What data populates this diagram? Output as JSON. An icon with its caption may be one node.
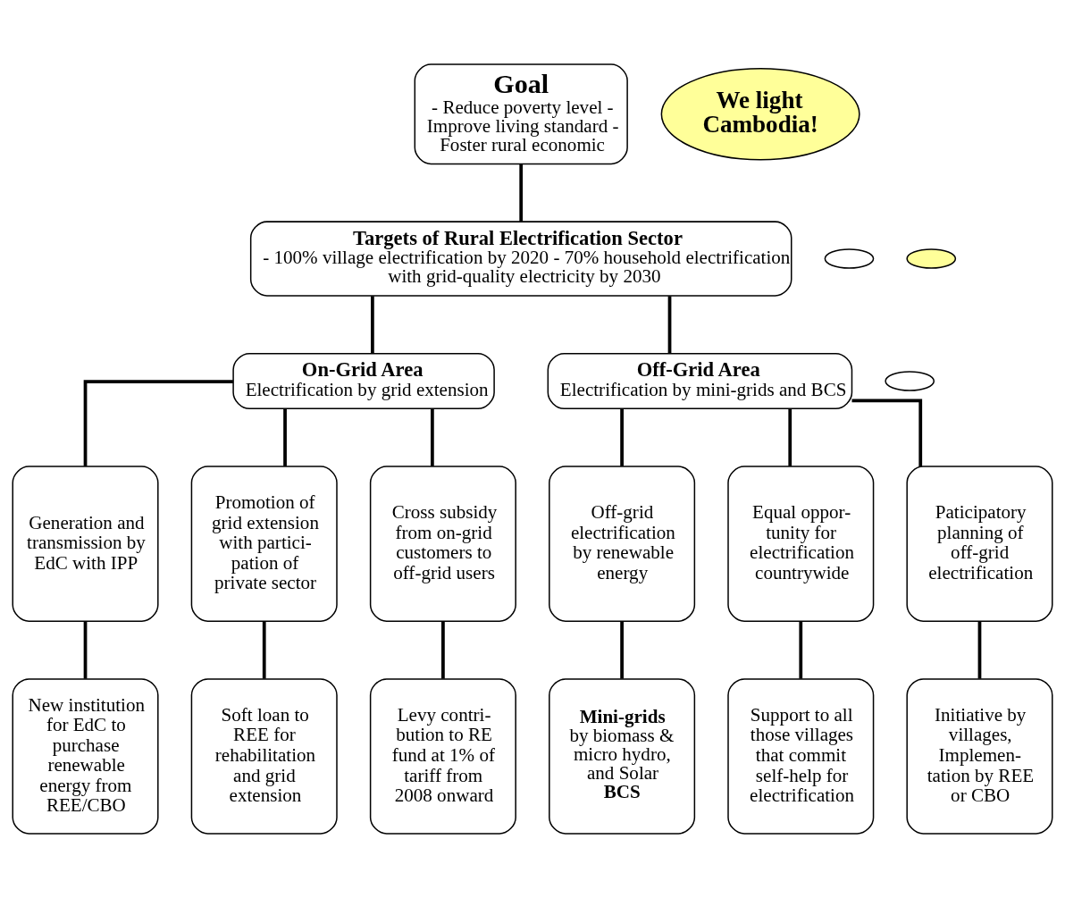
{
  "diagram": {
    "nodes": [
      {
        "text": [
          "Goal",
          "- Reduce poverty level - Improve living standard - Foster rural economic"
        ]
      },
      {
        "text": [
          "We light Cambodia!"
        ]
      },
      {
        "text": [],
        "shape": "ellipse"
      },
      {
        "text": [],
        "shape": "ellipse"
      },
      {
        "text": [],
        "shape": "ellipse"
      },
      {
        "text": [
          "Targets of Rural Electrification Sector",
          "- 100% village electrification by 2020 - 70% household electrification with grid-quality electricity by 2030"
        ]
      },
      {
        "text": [
          "On-Grid Area",
          "Electrification by grid extension"
        ]
      },
      {
        "text": [
          "Off-Grid Area",
          "Electrification by mini-grids and BCS"
        ]
      },
      {
        "text": [
          "Generation and transmission by EdC with IPP"
        ]
      },
      {
        "text": [
          "Promotion of grid extension with partici- pation of private sector"
        ]
      },
      {
        "text": [
          "Cross subsidy from on-grid customers to off-grid users"
        ]
      },
      {
        "text": [
          "Off-grid electrification by renewable energy"
        ]
      },
      {
        "text": [
          "Equal oppor- tunity for electrification countrywide"
        ]
      },
      {
        "text": [
          "Paticipatory planning of off-grid electrification"
        ]
      },
      {
        "text": [
          "New institution for EdC to purchase renewable energy from REE/CBO"
        ]
      },
      {
        "text": [
          "Soft loan to REE for rehabilitation and grid extension"
        ]
      },
      {
        "text": [
          "Levy contri- bution to RE fund at 1% of tariff from 2008 onward"
        ]
      },
      {
        "text": [
          "**Mini-grids** by biomass & micro hydro, and Solar **BCS**"
        ]
      },
      {
        "text": [
          "Support to all those villages that commit self-help for electrification"
        ]
      },
      {
        "text": [
          "Initiative by villages, Implemen- tation by REE or CBO"
        ]
      }
    ],
    "edges": [
      {
        "from": 0,
        "to": 5,
        "arrow": "none"
      },
      {
        "from": 5,
        "to": 6,
        "arrow": "none"
      },
      {
        "from": 5,
        "to": 7,
        "arrow": "none"
      },
      {
        "from": 6,
        "to": 8,
        "arrow": "none"
      },
      {
        "from": 6,
        "to": 9,
        "arrow": "none"
      },
      {
        "from": 6,
        "to": 10,
        "arrow": "none"
      },
      {
        "from": 7,
        "to": 11,
        "arrow": "none"
      },
      {
        "from": 7,
        "to": 12,
        "arrow": "none"
      },
      {
        "from": 7,
        "to": 13,
        "arrow": "none"
      },
      {
        "from": 8,
        "to": 14,
        "arrow": "none"
      },
      {
        "from": 9,
        "to": 15,
        "arrow": "none"
      },
      {
        "from": 10,
        "to": 16,
        "arrow": "none"
      },
      {
        "from": 11,
        "to": 17,
        "arrow": "none"
      },
      {
        "from": 12,
        "to": 18,
        "arrow": "none"
      },
      {
        "from": 13,
        "to": 19,
        "arrow": "none"
      }
    ]
  }
}
